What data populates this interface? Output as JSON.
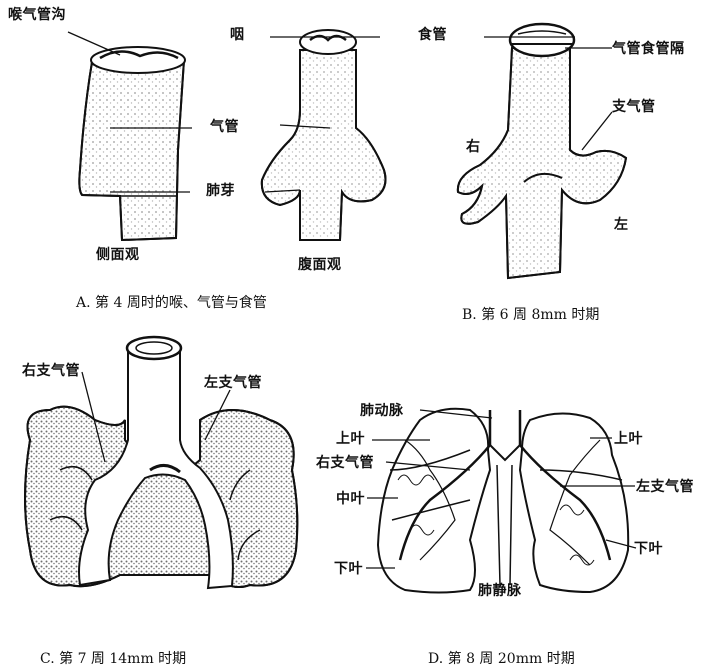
{
  "panelA": {
    "labels": {
      "laryngotracheal_groove": "喉气管沟",
      "pharynx": "咽",
      "trachea": "气管",
      "lung_bud": "肺芽",
      "lateral_view": "侧面观",
      "ventral_view": "腹面观"
    },
    "caption": "A. 第 4 周时的喉、气管与食管"
  },
  "panelB": {
    "labels": {
      "esophagus": "食管",
      "tracheoesophageal_septum": "气管食管隔",
      "bronchus": "支气管",
      "right": "右",
      "left": "左"
    },
    "caption": "B. 第 6 周 8mm 时期"
  },
  "panelC": {
    "labels": {
      "right_main_bronchus": "右支气管",
      "left_main_bronchus": "左支气管"
    },
    "caption": "C. 第 7 周 14mm 时期"
  },
  "panelD": {
    "labels": {
      "pulmonary_artery": "肺动脉",
      "upper_lobe_right": "上叶",
      "upper_lobe_left": "上叶",
      "right_main_bronchus": "右支气管",
      "middle_lobe": "中叶",
      "left_main_bronchus": "左支气管",
      "lower_lobe_right": "下叶",
      "lower_lobe_left": "下叶",
      "pulmonary_vein": "肺静脉"
    },
    "caption": "D. 第 8 周 20mm 时期"
  }
}
